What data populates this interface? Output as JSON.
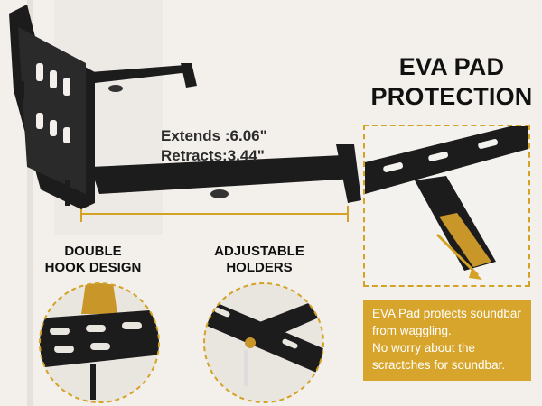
{
  "headline": {
    "line1": "EVA PAD",
    "line2": "PROTECTION"
  },
  "measurements": {
    "extends": "Extends :6.06\"",
    "retracts": "Retracts:3.44\""
  },
  "features": {
    "double_hook": {
      "line1": "DOUBLE",
      "line2": "HOOK DESIGN"
    },
    "adjustable": {
      "line1": "ADJUSTABLE",
      "line2": "HOLDERS"
    }
  },
  "note": {
    "lines": [
      "EVA Pad protects soundbar",
      "from waggling.",
      "No worry about the",
      "scractches for soundbar."
    ]
  },
  "colors": {
    "accent": "#d7a52b",
    "metal": "#1c1c1c",
    "background": "#f2efeb"
  }
}
